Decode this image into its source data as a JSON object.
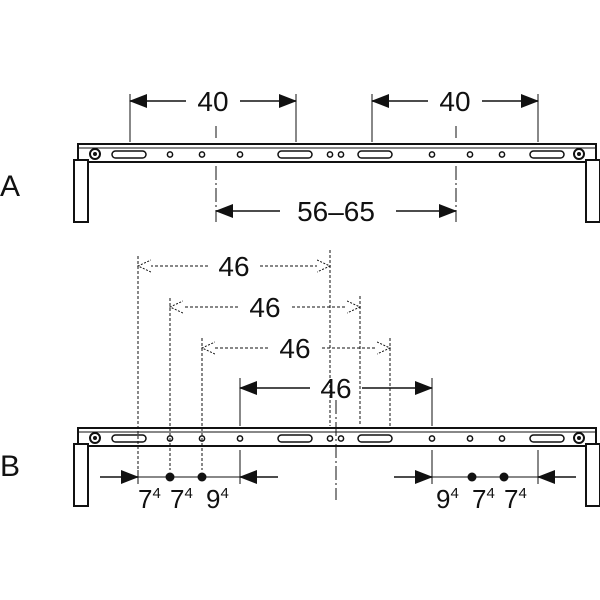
{
  "panels": [
    {
      "label": "A",
      "dims": [
        {
          "name": "dim-a-left-40",
          "text": "40"
        },
        {
          "name": "dim-a-right-40",
          "text": "40"
        },
        {
          "name": "dim-a-56-65",
          "text": "56–65"
        }
      ]
    },
    {
      "label": "B",
      "dims": [
        {
          "name": "dim-b-46-1",
          "text": "46"
        },
        {
          "name": "dim-b-46-2",
          "text": "46"
        },
        {
          "name": "dim-b-46-3",
          "text": "46"
        },
        {
          "name": "dim-b-46-4",
          "text": "46"
        }
      ],
      "spacings_left": [
        {
          "base": "7",
          "sup": "4"
        },
        {
          "base": "7",
          "sup": "4"
        },
        {
          "base": "9",
          "sup": "4"
        }
      ],
      "spacings_right": [
        {
          "base": "9",
          "sup": "4"
        },
        {
          "base": "7",
          "sup": "4"
        },
        {
          "base": "7",
          "sup": "4"
        }
      ]
    }
  ]
}
